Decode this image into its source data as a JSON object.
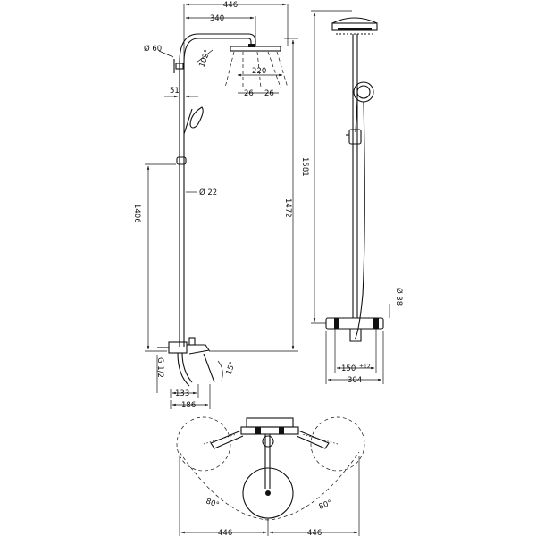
{
  "dimensions": {
    "overall_width": "446",
    "arm_length": "340",
    "wall_mount_dia": "Ø 60",
    "arm_angle": "102°",
    "head_dia": "220",
    "spray_left": "26",
    "spray_right": "26",
    "offset": "51",
    "rail_dia": "Ø 22",
    "height_1406": "1406",
    "height_1472": "1472",
    "height_1581": "1581",
    "connection": "G 1/2",
    "spout_angle": "15°",
    "spout_133": "133",
    "spout_186": "186",
    "side_dia": "Ø 38",
    "centres": "150",
    "tolerance": "±12",
    "side_width": "304",
    "swing_left": "80°",
    "swing_right": "80°",
    "plan_left": "446",
    "plan_right": "446"
  }
}
